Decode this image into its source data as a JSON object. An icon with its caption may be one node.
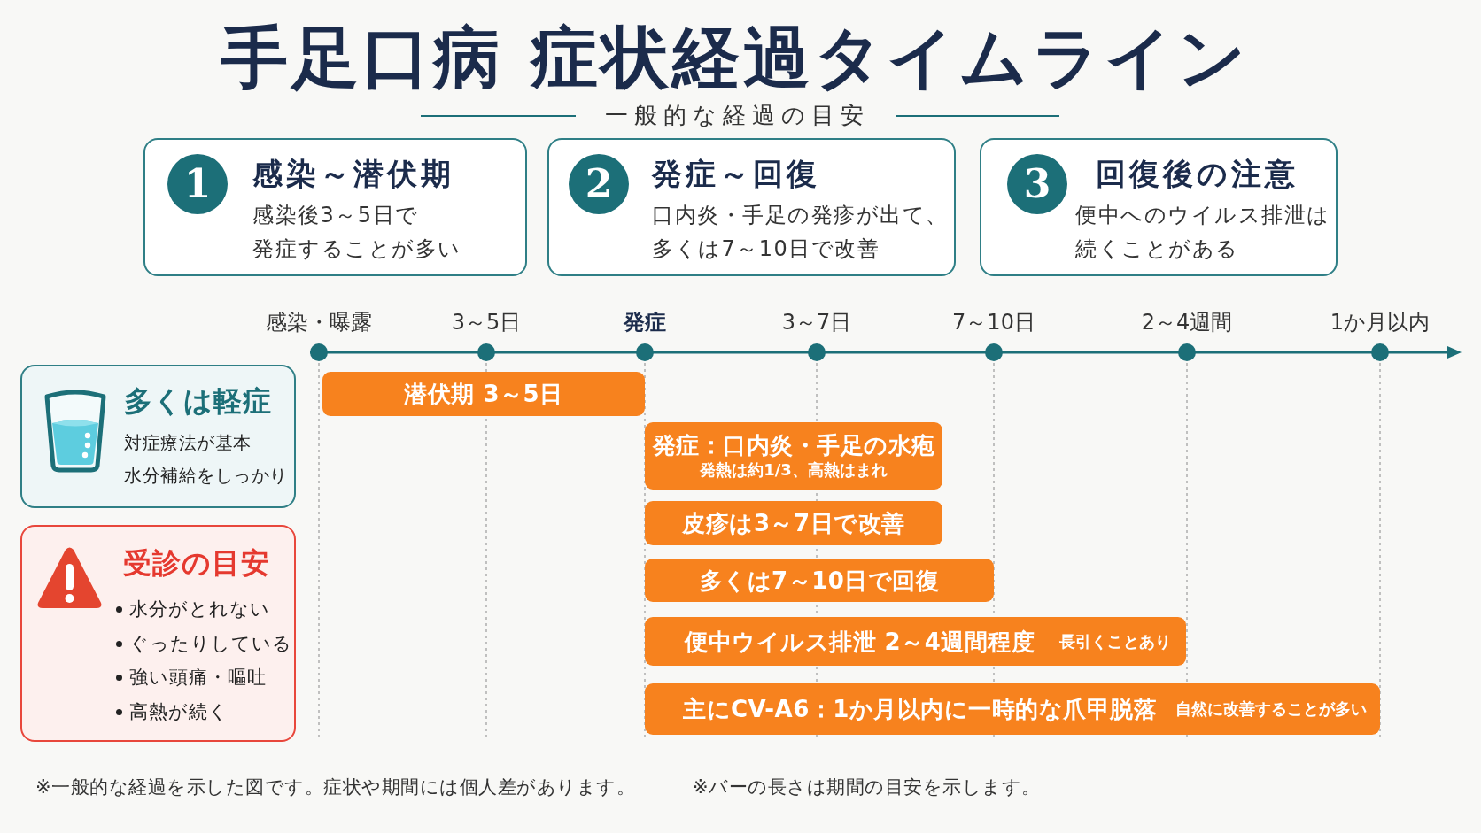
{
  "diagram": {
    "title": "手足口病 症状経過タイムライン",
    "nodes": [
      {
        "text": [
          "感染～潜伏期",
          "感染後3～5日で発症することが多い"
        ]
      },
      {
        "text": [
          "1"
        ],
        "in": 0
      },
      {
        "text": [
          "発症～回復",
          "口内炎・手足の発疹が出て、多くは7～10日で改善"
        ]
      },
      {
        "text": [
          "2"
        ],
        "in": 2
      },
      {
        "text": [
          "回復後の注意",
          "便中へのウイルス排泄は続くことがある"
        ]
      },
      {
        "text": [
          "3"
        ],
        "in": 4
      },
      {
        "text": [
          "多くは軽症",
          "対症療法が基本",
          "水分補給をしっかり"
        ]
      },
      {
        "text": [
          "受診の目安",
          "水分がとれない",
          "ぐったりしている",
          "強い頭痛・嘔吐",
          "高熱が続く"
        ]
      },
      {
        "text": [
          "潜伏期 3～5日"
        ]
      },
      {
        "text": [
          "発症：口内炎・手足の水疱",
          "発熱は約1/3、高熱はまれ"
        ]
      },
      {
        "text": [
          "皮疹は3～7日で改善"
        ]
      },
      {
        "text": [
          "多くは7～10日で回復"
        ]
      },
      {
        "text": [
          "便中ウイルス排泄 2～4週間程度",
          "長引くことあり"
        ]
      },
      {
        "text": [
          "主にCV-A6：1か月以内に一時的な爪甲脱落",
          "自然に改善することが多い"
        ]
      }
    ],
    "labels": [
      "一般的な経過の目安",
      "感染・曝露",
      "3～5日",
      "発症",
      "3～7日",
      "7～10日",
      "2～4週間",
      "1か月以内",
      "※一般的な経過を示した図です。症状や期間には個人差があります。",
      "※バーの長さは期間の目安を示します。"
    ]
  }
}
